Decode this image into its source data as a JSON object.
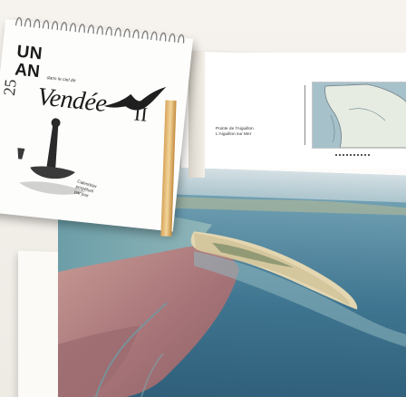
{
  "cover": {
    "title_line1": "UN",
    "title_line2": "AN",
    "subtitle": "dans le ciel de",
    "main_word": "Vendée",
    "volume": "II",
    "side_number": "25",
    "tagline": [
      "Calendrier",
      "perpétuel",
      "par jour"
    ]
  },
  "page": {
    "caption_lines": [
      "Pointe de l'Aiguillon",
      "L'Aiguillon sur Mer"
    ]
  },
  "colors": {
    "sea_deep": "#3b6f8f",
    "sea_light": "#7aa7b6",
    "mudflat_pink": "#b8868a",
    "sand": "#d9cba6",
    "sky_haze": "#c7d8df"
  }
}
